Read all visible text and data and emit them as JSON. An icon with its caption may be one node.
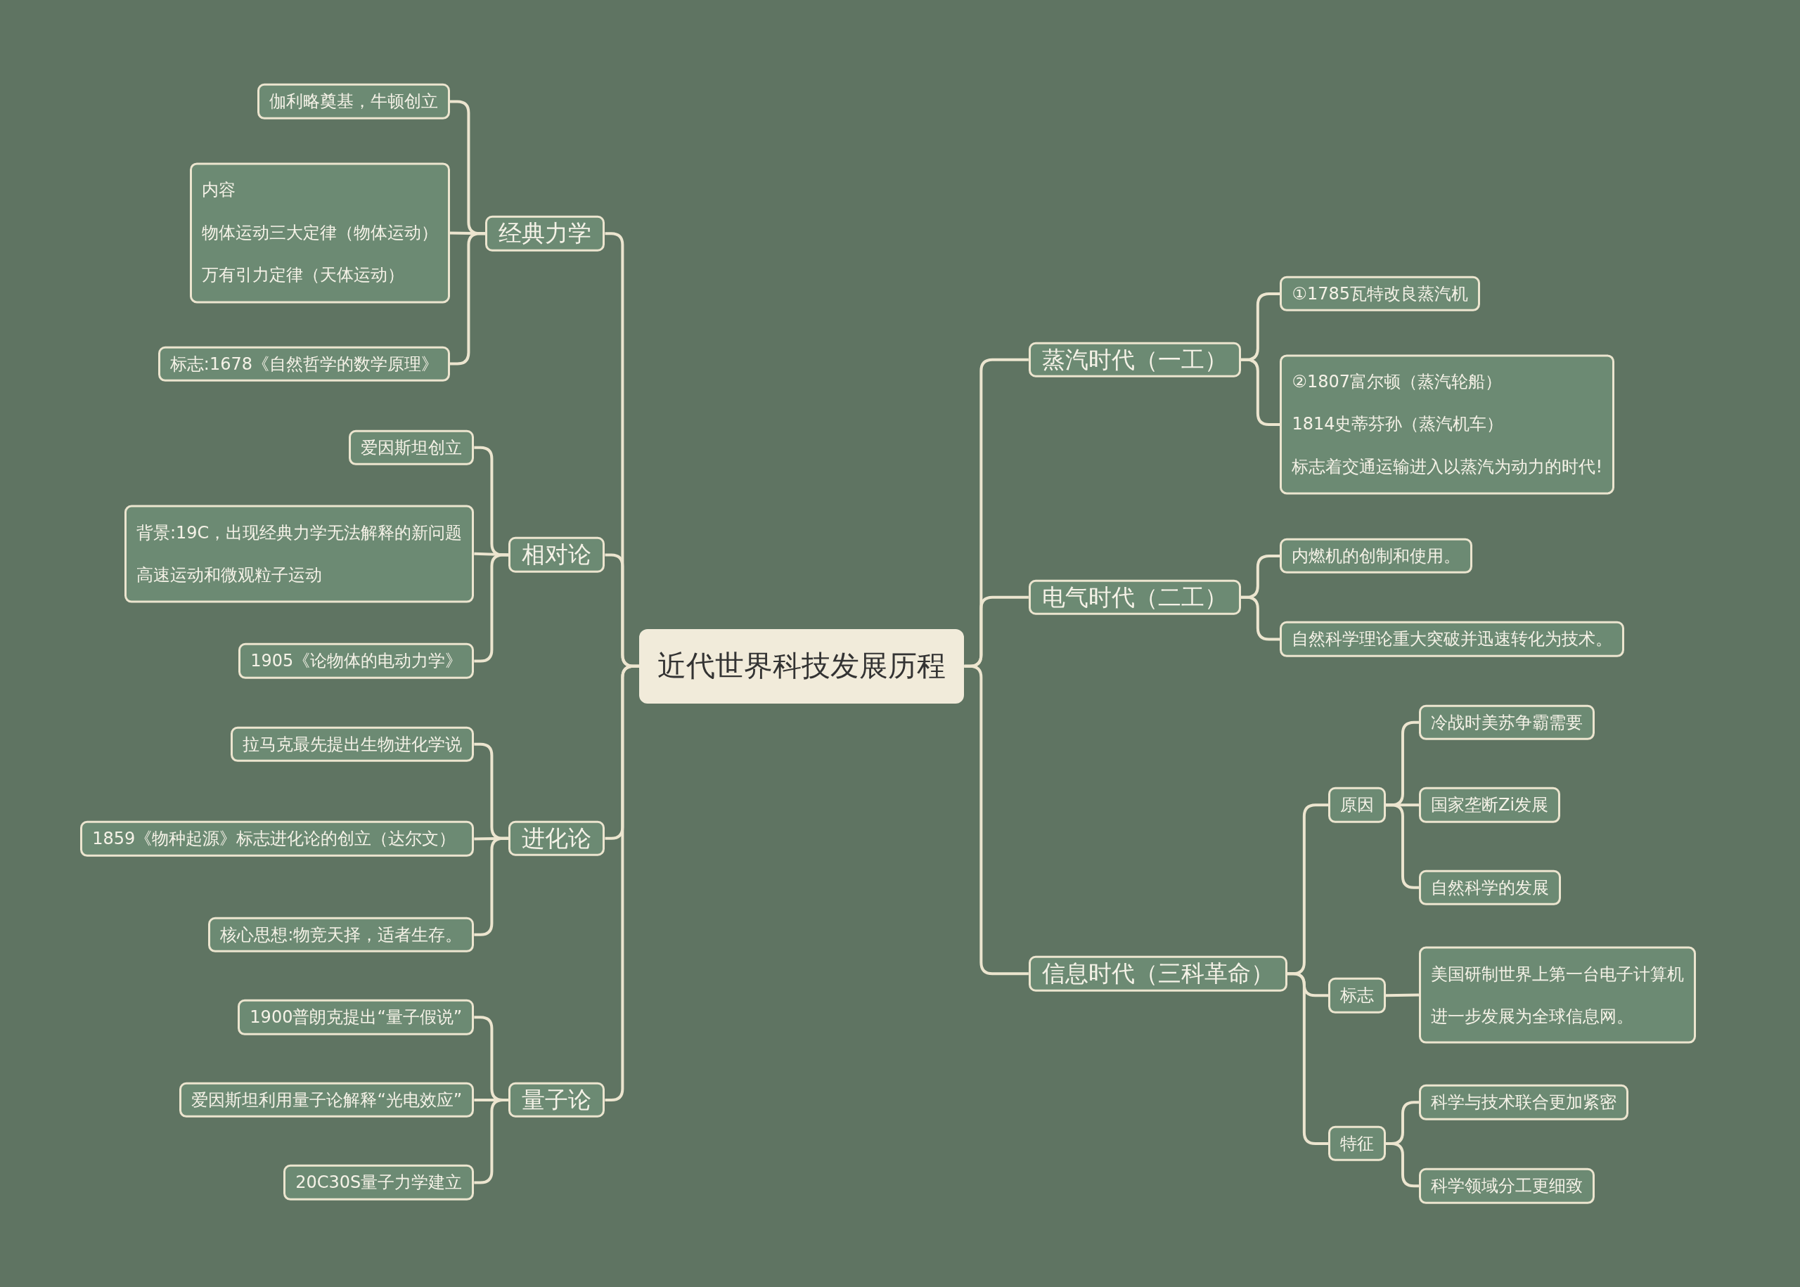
{
  "diagram": {
    "nodes": [
      {
        "text": [
          "近代世界科技发展历程"
        ]
      },
      {
        "text": [
          "经典力学"
        ]
      },
      {
        "text": [
          "伽利略奠基，牛顿创立"
        ]
      },
      {
        "text": [
          "内容",
          "物体运动三大定律（物体运动）",
          "万有引力定律（天体运动）"
        ]
      },
      {
        "text": [
          "标志:1678《自然哲学的数学原理》"
        ]
      },
      {
        "text": [
          "相对论"
        ]
      },
      {
        "text": [
          "爱因斯坦创立"
        ]
      },
      {
        "text": [
          "背景:19C，出现经典力学无法解释的新问题",
          "高速运动和微观粒子运动"
        ]
      },
      {
        "text": [
          "1905《论物体的电动力学》"
        ]
      },
      {
        "text": [
          "进化论"
        ]
      },
      {
        "text": [
          "拉马克最先提出生物进化学说"
        ]
      },
      {
        "text": [
          "1859《物种起源》标志进化论的创立（达尔文）"
        ]
      },
      {
        "text": [
          "核心思想:物竞天择，适者生存。"
        ]
      },
      {
        "text": [
          "量子论"
        ]
      },
      {
        "text": [
          "1900普朗克提出“量子假说”"
        ]
      },
      {
        "text": [
          "爱因斯坦利用量子论解释“光电效应”"
        ]
      },
      {
        "text": [
          "20C30S量子力学建立"
        ]
      },
      {
        "text": [
          "蒸汽时代（一工）"
        ]
      },
      {
        "text": [
          "①1785瓦特改良蒸汽机"
        ]
      },
      {
        "text": [
          "②1807富尔顿（蒸汽轮船）",
          "1814史蒂芬孙（蒸汽机车）",
          "标志着交通运输进入以蒸汽为动力的时代!"
        ]
      },
      {
        "text": [
          "电气时代（二工）"
        ]
      },
      {
        "text": [
          "内燃机的创制和使用。"
        ]
      },
      {
        "text": [
          "自然科学理论重大突破并迅速转化为技术。"
        ]
      },
      {
        "text": [
          "信息时代（三科革命）"
        ]
      },
      {
        "text": [
          "原因"
        ]
      },
      {
        "text": [
          "冷战时美苏争霸需要"
        ]
      },
      {
        "text": [
          "国家垄断Zi发展"
        ]
      },
      {
        "text": [
          "自然科学的发展"
        ]
      },
      {
        "text": [
          "标志"
        ]
      },
      {
        "text": [
          "美国研制世界上第一台电子计算机",
          "进一步发展为全球信息网。"
        ]
      },
      {
        "text": [
          "特征"
        ]
      },
      {
        "text": [
          "科学与技术联合更加紧密"
        ]
      },
      {
        "text": [
          "科学领域分工更细致"
        ]
      }
    ],
    "edges": [
      {
        "from": 0,
        "to": 1,
        "arrow": "none"
      },
      {
        "from": 0,
        "to": 5,
        "arrow": "none"
      },
      {
        "from": 0,
        "to": 9,
        "arrow": "none"
      },
      {
        "from": 0,
        "to": 13,
        "arrow": "none"
      },
      {
        "from": 1,
        "to": 2,
        "arrow": "none"
      },
      {
        "from": 1,
        "to": 3,
        "arrow": "none"
      },
      {
        "from": 1,
        "to": 4,
        "arrow": "none"
      },
      {
        "from": 5,
        "to": 6,
        "arrow": "none"
      },
      {
        "from": 5,
        "to": 7,
        "arrow": "none"
      },
      {
        "from": 5,
        "to": 8,
        "arrow": "none"
      },
      {
        "from": 9,
        "to": 10,
        "arrow": "none"
      },
      {
        "from": 9,
        "to": 11,
        "arrow": "none"
      },
      {
        "from": 9,
        "to": 12,
        "arrow": "none"
      },
      {
        "from": 13,
        "to": 14,
        "arrow": "none"
      },
      {
        "from": 13,
        "to": 15,
        "arrow": "none"
      },
      {
        "from": 13,
        "to": 16,
        "arrow": "none"
      },
      {
        "from": 0,
        "to": 17,
        "arrow": "none"
      },
      {
        "from": 0,
        "to": 20,
        "arrow": "none"
      },
      {
        "from": 0,
        "to": 23,
        "arrow": "none"
      },
      {
        "from": 17,
        "to": 18,
        "arrow": "none"
      },
      {
        "from": 17,
        "to": 19,
        "arrow": "none"
      },
      {
        "from": 20,
        "to": 21,
        "arrow": "none"
      },
      {
        "from": 20,
        "to": 22,
        "arrow": "none"
      },
      {
        "from": 23,
        "to": 24,
        "arrow": "none"
      },
      {
        "from": 23,
        "to": 28,
        "arrow": "none"
      },
      {
        "from": 23,
        "to": 30,
        "arrow": "none"
      },
      {
        "from": 24,
        "to": 25,
        "arrow": "none"
      },
      {
        "from": 24,
        "to": 26,
        "arrow": "none"
      },
      {
        "from": 24,
        "to": 27,
        "arrow": "none"
      },
      {
        "from": 28,
        "to": 29,
        "arrow": "none"
      },
      {
        "from": 30,
        "to": 31,
        "arrow": "none"
      },
      {
        "from": 30,
        "to": 32,
        "arrow": "none"
      }
    ]
  }
}
